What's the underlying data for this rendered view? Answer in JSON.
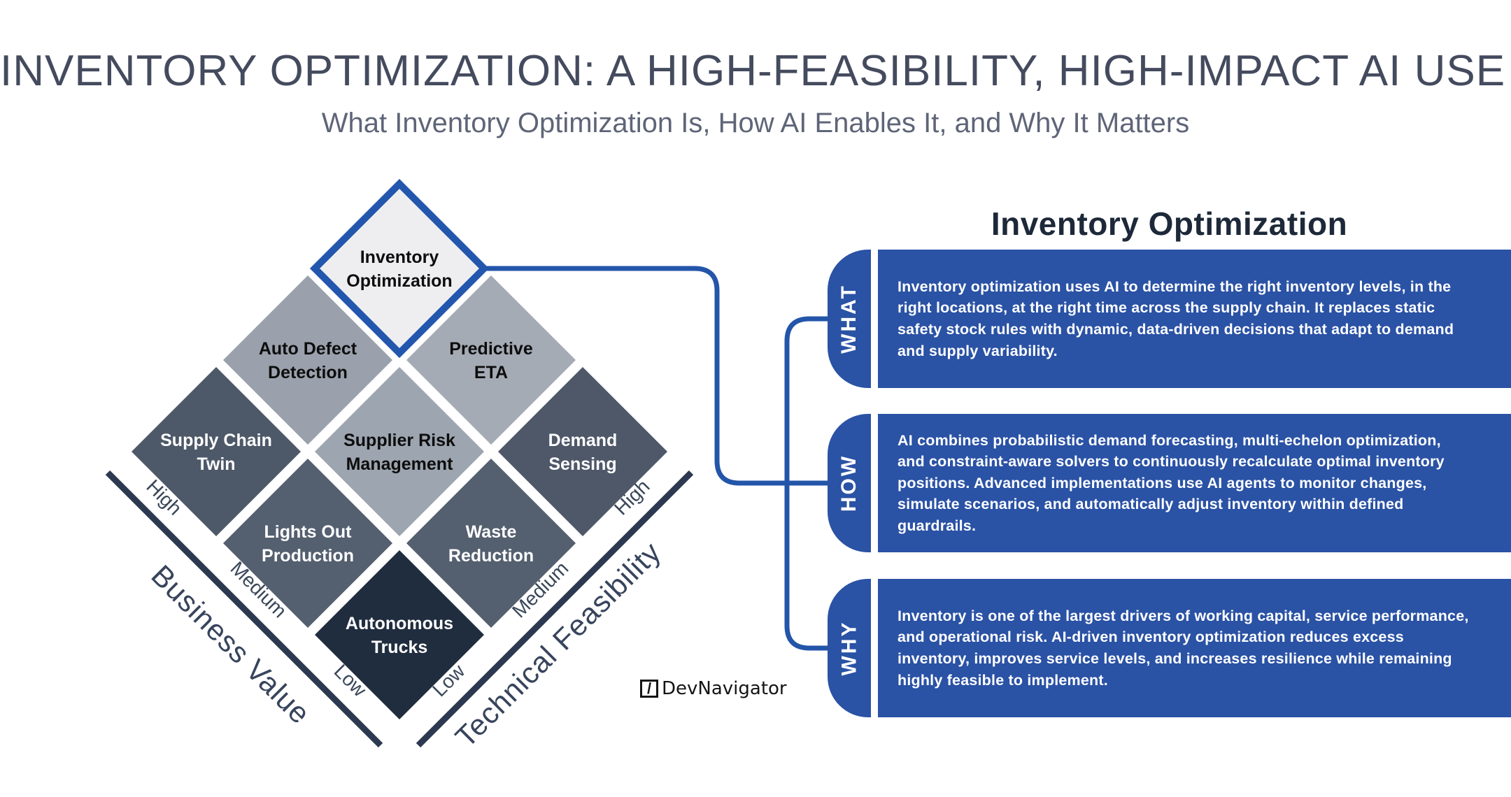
{
  "header": {
    "title": "INVENTORY OPTIMIZATION: A HIGH-FEASIBILITY, HIGH-IMPACT AI USE CASE",
    "subtitle": "What Inventory Optimization Is, How AI Enables It, and Why It Matters"
  },
  "matrix": {
    "axes": {
      "business_value": {
        "label": "Business Value",
        "ticks": [
          "High",
          "Medium",
          "Low"
        ]
      },
      "technical_feasibility": {
        "label": "Technical Feasibility",
        "ticks": [
          "Low",
          "Medium",
          "High"
        ]
      }
    },
    "cells": [
      {
        "id": "inventory-optimization",
        "line1": "Inventory",
        "line2": "Optimization",
        "business_value": "High",
        "technical_feasibility": "High",
        "fill": "#eeeef0",
        "text_color": "#0d0d0d",
        "highlighted": true
      },
      {
        "id": "auto-defect-detection",
        "line1": "Auto Defect",
        "line2": "Detection",
        "business_value": "High",
        "technical_feasibility": "Medium",
        "fill": "#9aa1ac",
        "text_color": "#0d0d0d",
        "highlighted": false
      },
      {
        "id": "predictive-eta",
        "line1": "Predictive",
        "line2": "ETA",
        "business_value": "Medium",
        "technical_feasibility": "High",
        "fill": "#a5abb5",
        "text_color": "#0d0d0d",
        "highlighted": false
      },
      {
        "id": "supply-chain-twin",
        "line1": "Supply Chain",
        "line2": "Twin",
        "business_value": "High",
        "technical_feasibility": "Low",
        "fill": "#4d5868",
        "text_color": "#ffffff",
        "highlighted": false
      },
      {
        "id": "supplier-risk-management",
        "line1": "Supplier Risk",
        "line2": "Management",
        "business_value": "Medium",
        "technical_feasibility": "Medium",
        "fill": "#9da5b0",
        "text_color": "#0d0d0d",
        "highlighted": false
      },
      {
        "id": "demand-sensing",
        "line1": "Demand",
        "line2": "Sensing",
        "business_value": "Low",
        "technical_feasibility": "High",
        "fill": "#4e5869",
        "text_color": "#ffffff",
        "highlighted": false
      },
      {
        "id": "lights-out-production",
        "line1": "Lights Out",
        "line2": "Production",
        "business_value": "Medium",
        "technical_feasibility": "Low",
        "fill": "#545f6f",
        "text_color": "#ffffff",
        "highlighted": false
      },
      {
        "id": "waste-reduction",
        "line1": "Waste",
        "line2": "Reduction",
        "business_value": "Low",
        "technical_feasibility": "Medium",
        "fill": "#545f6f",
        "text_color": "#ffffff",
        "highlighted": false
      },
      {
        "id": "autonomous-trucks",
        "line1": "Autonomous",
        "line2": "Trucks",
        "business_value": "Low",
        "technical_feasibility": "Low",
        "fill": "#202d3f",
        "text_color": "#ffffff",
        "highlighted": false
      }
    ]
  },
  "detail": {
    "heading": "Inventory Optimization",
    "panels": [
      {
        "tag": "WHAT",
        "text": "Inventory optimization uses AI to determine the right inventory levels, in the right locations, at the right time across the supply chain. It replaces static safety stock rules with dynamic, data-driven decisions that adapt to demand and supply variability."
      },
      {
        "tag": "HOW",
        "text": "AI combines probabilistic demand forecasting, multi-echelon optimization, and constraint-aware solvers to continuously recalculate optimal inventory positions. Advanced implementations use AI agents to monitor changes, simulate scenarios, and automatically adjust inventory within defined guardrails."
      },
      {
        "tag": "WHY",
        "text": "Inventory is one of the largest drivers of working capital, service performance, and operational risk. AI-driven inventory optimization reduces excess inventory, improves service levels, and increases resilience while remaining highly feasible to implement."
      }
    ]
  },
  "branding": {
    "logo_glyph": "/",
    "logo_text": "DevNavigator"
  },
  "colors": {
    "panel_blue": "#2a52a5",
    "connector_blue": "#2355a9",
    "highlight_border_blue": "#2356ad",
    "axis_line": "#2c3950",
    "axis_text": "#3a4759",
    "title_text": "#454b5e",
    "subtitle_text": "#5e6577",
    "heading_text": "#1d2939"
  }
}
